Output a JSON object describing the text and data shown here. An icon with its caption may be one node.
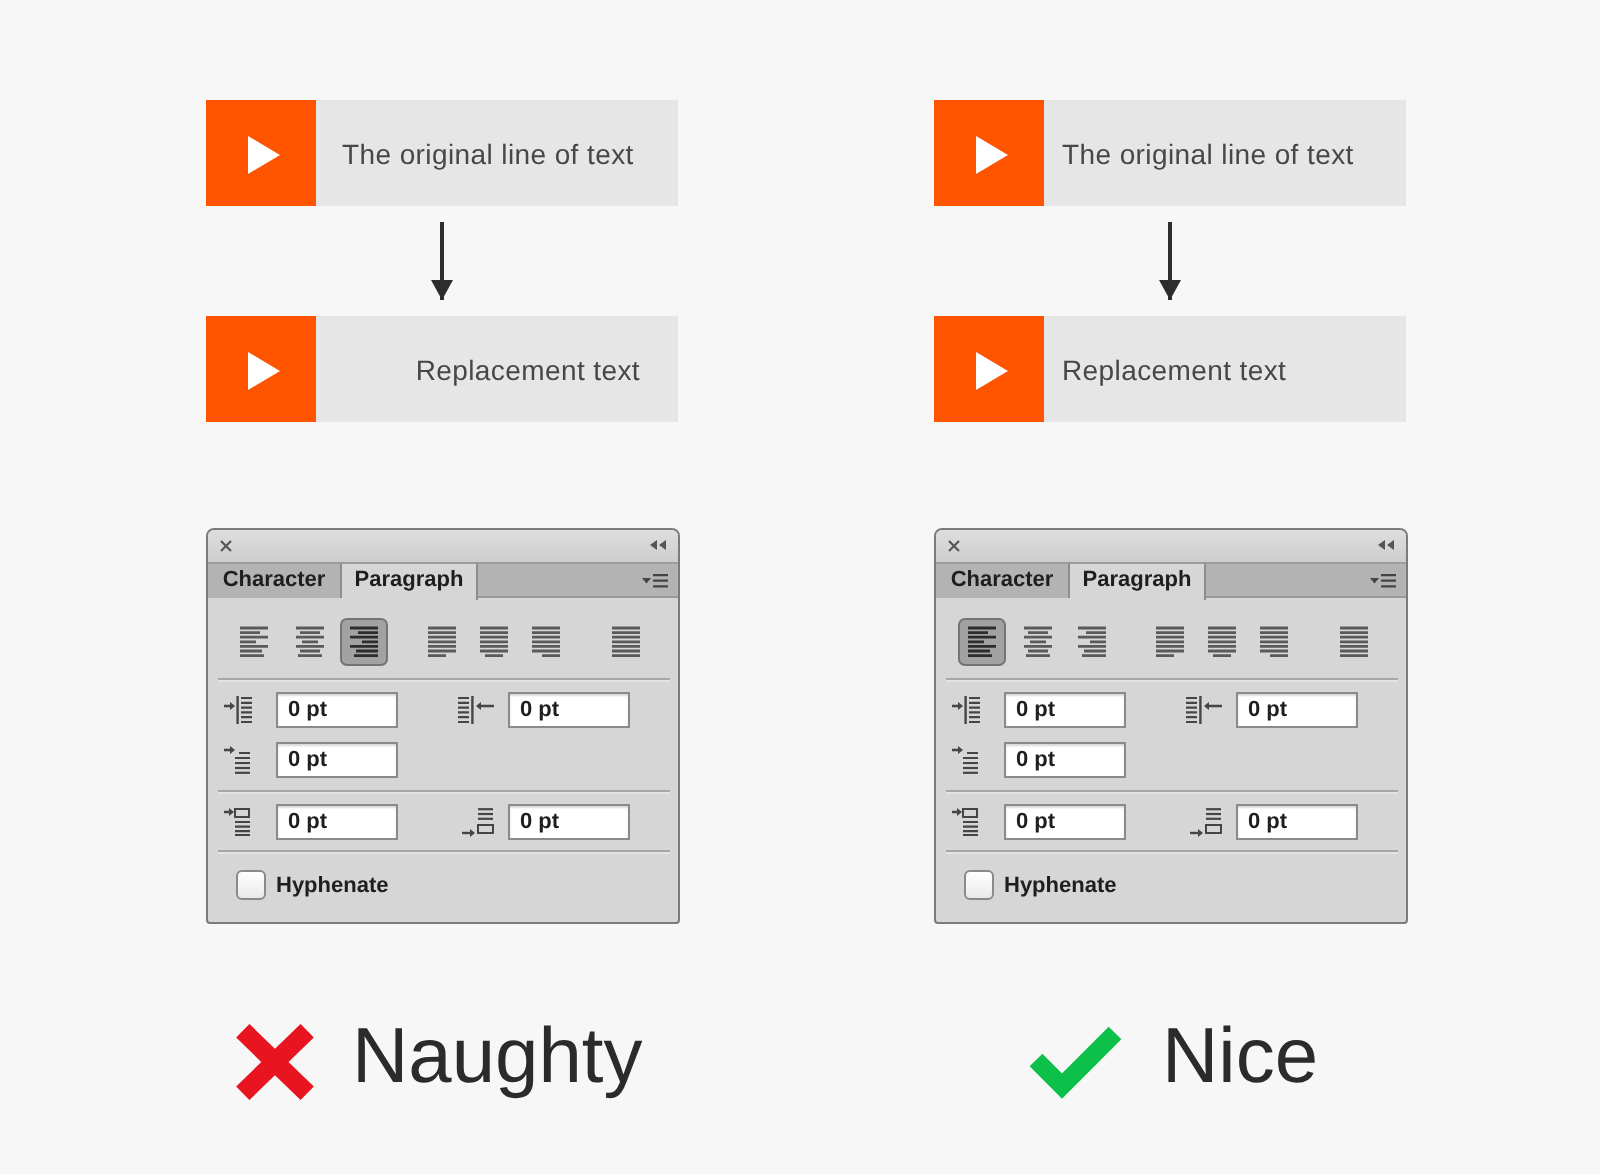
{
  "diagram": {
    "nodes": [
      {
        "text": [
          "The original line of text"
        ]
      },
      {
        "text": [
          "Replacement text"
        ]
      },
      {
        "text": [
          "The original line of text"
        ]
      },
      {
        "text": [
          "Replacement text"
        ]
      }
    ],
    "edges": [
      {
        "from": 0,
        "to": 1,
        "arrow": "to"
      },
      {
        "from": 2,
        "to": 3,
        "arrow": "to"
      }
    ],
    "labels": [
      "Character",
      "Paragraph",
      "0 pt",
      "0 pt",
      "0 pt",
      "0 pt",
      "0 pt",
      "Hyphenate",
      "Character",
      "Paragraph",
      "0 pt",
      "0 pt",
      "0 pt",
      "0 pt",
      "0 pt",
      "Hyphenate",
      "Naughty",
      "Nice"
    ]
  }
}
